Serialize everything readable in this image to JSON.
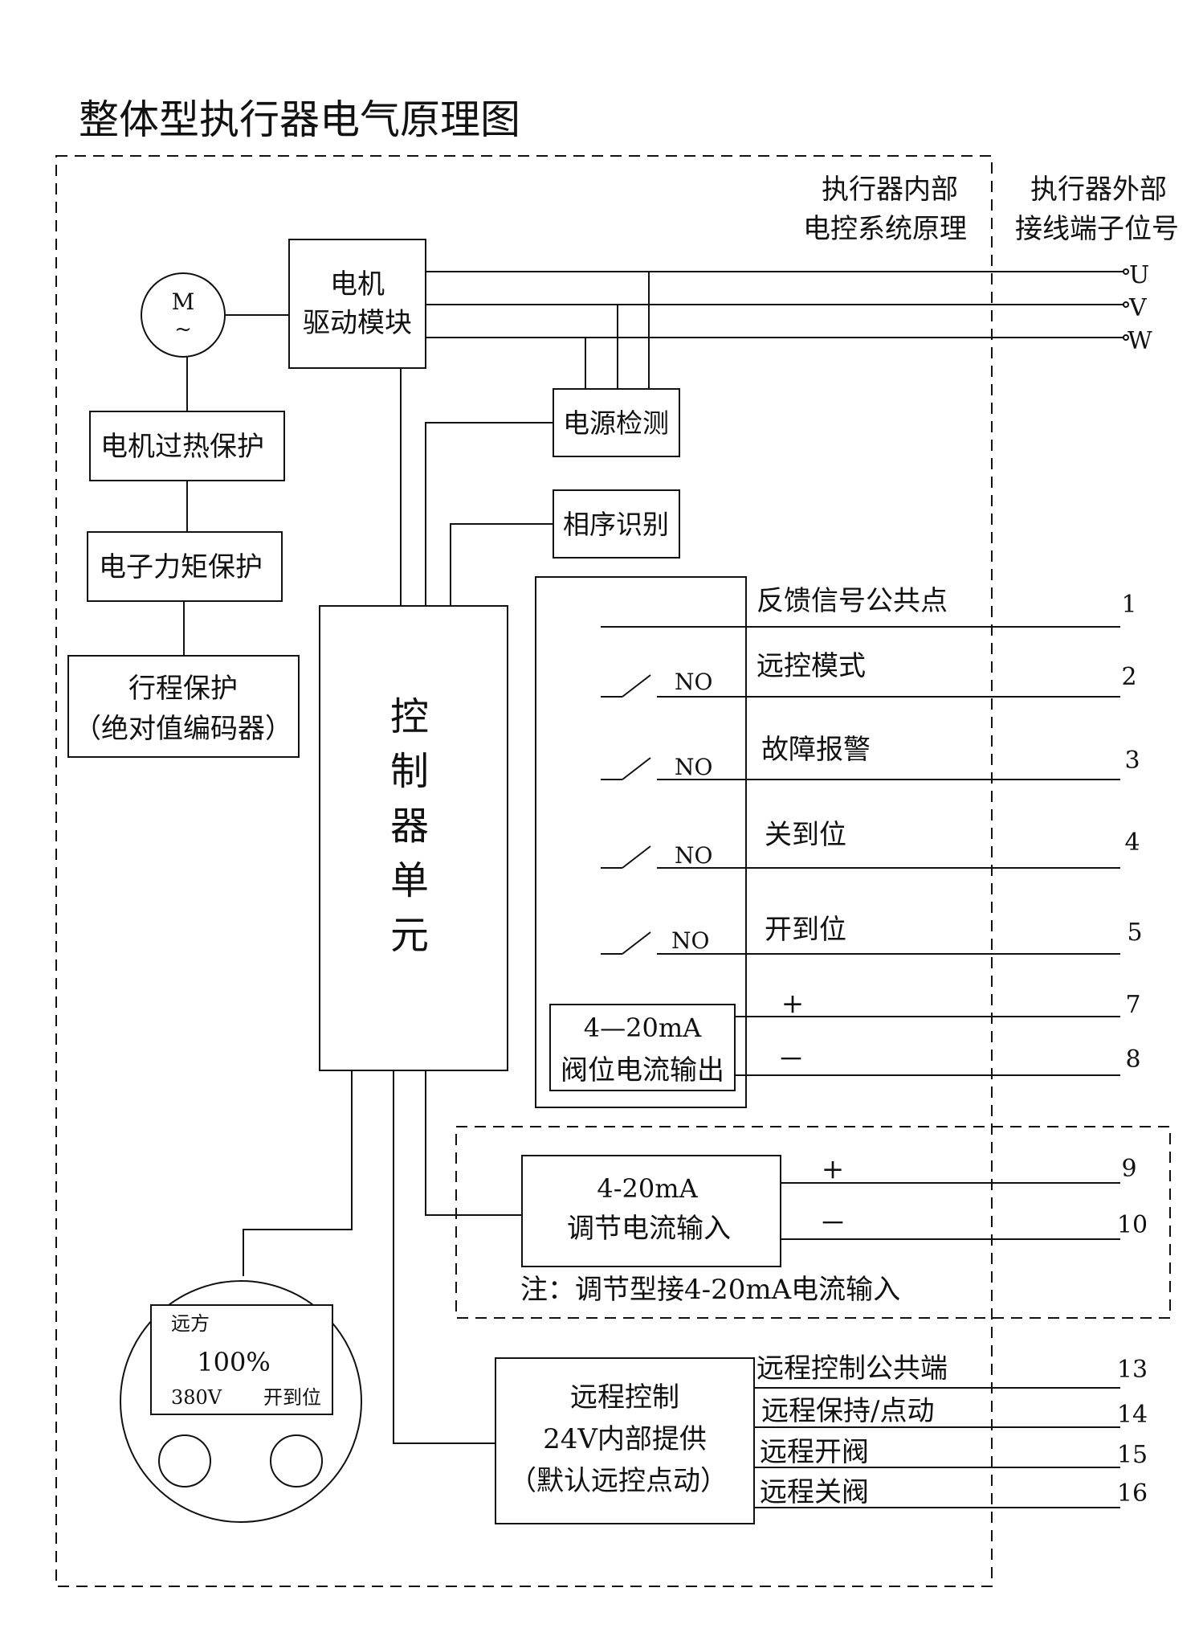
{
  "title": "整体型执行器电气原理图",
  "headers": {
    "internal": [
      "执行器内部",
      "电控系统原理"
    ],
    "external": [
      "执行器外部",
      "接线端子位号"
    ]
  },
  "motor": {
    "symbol": "M",
    "wave": "~"
  },
  "blocks": {
    "motor_drive": [
      "电机",
      "驱动模块"
    ],
    "overheat": "电机过热保护",
    "torque": "电子力矩保护",
    "travel": [
      "行程保护",
      "（绝对值编码器）"
    ],
    "controller": [
      "控",
      "制",
      "器",
      "单",
      "元"
    ],
    "power_detect": "电源检测",
    "phase_seq": "相序识别",
    "current_output": [
      "4—20mA",
      "阀位电流输出"
    ],
    "regulating_input": [
      "4-20mA",
      "调节电流输入"
    ],
    "remote_control": [
      "远程控制",
      "24V内部提供",
      "（默认远控点动）"
    ]
  },
  "phases": [
    "U",
    "V",
    "W"
  ],
  "contacts": [
    {
      "label": "反馈信号公共点",
      "terminal": "1",
      "type": ""
    },
    {
      "label": "远控模式",
      "terminal": "2",
      "type": "NO"
    },
    {
      "label": "故障报警",
      "terminal": "3",
      "type": "NO"
    },
    {
      "label": "关到位",
      "terminal": "4",
      "type": "NO"
    },
    {
      "label": "开到位",
      "terminal": "5",
      "type": "NO"
    }
  ],
  "current_output_terminals": [
    {
      "sign": "+",
      "terminal": "7"
    },
    {
      "sign": "－",
      "terminal": "8"
    }
  ],
  "regulating_terminals": [
    {
      "sign": "+",
      "terminal": "9"
    },
    {
      "sign": "－",
      "terminal": "10"
    }
  ],
  "note": "注：调节型接4-20mA电流输入",
  "remote_terminals": [
    {
      "label": "远程控制公共端",
      "terminal": "13"
    },
    {
      "label": "远程保持/点动",
      "terminal": "14"
    },
    {
      "label": "远程开阀",
      "terminal": "15"
    },
    {
      "label": "远程关阀",
      "terminal": "16"
    }
  ],
  "display": {
    "mode": "远方",
    "percent": "100%",
    "voltage": "380V",
    "status": "开到位"
  }
}
